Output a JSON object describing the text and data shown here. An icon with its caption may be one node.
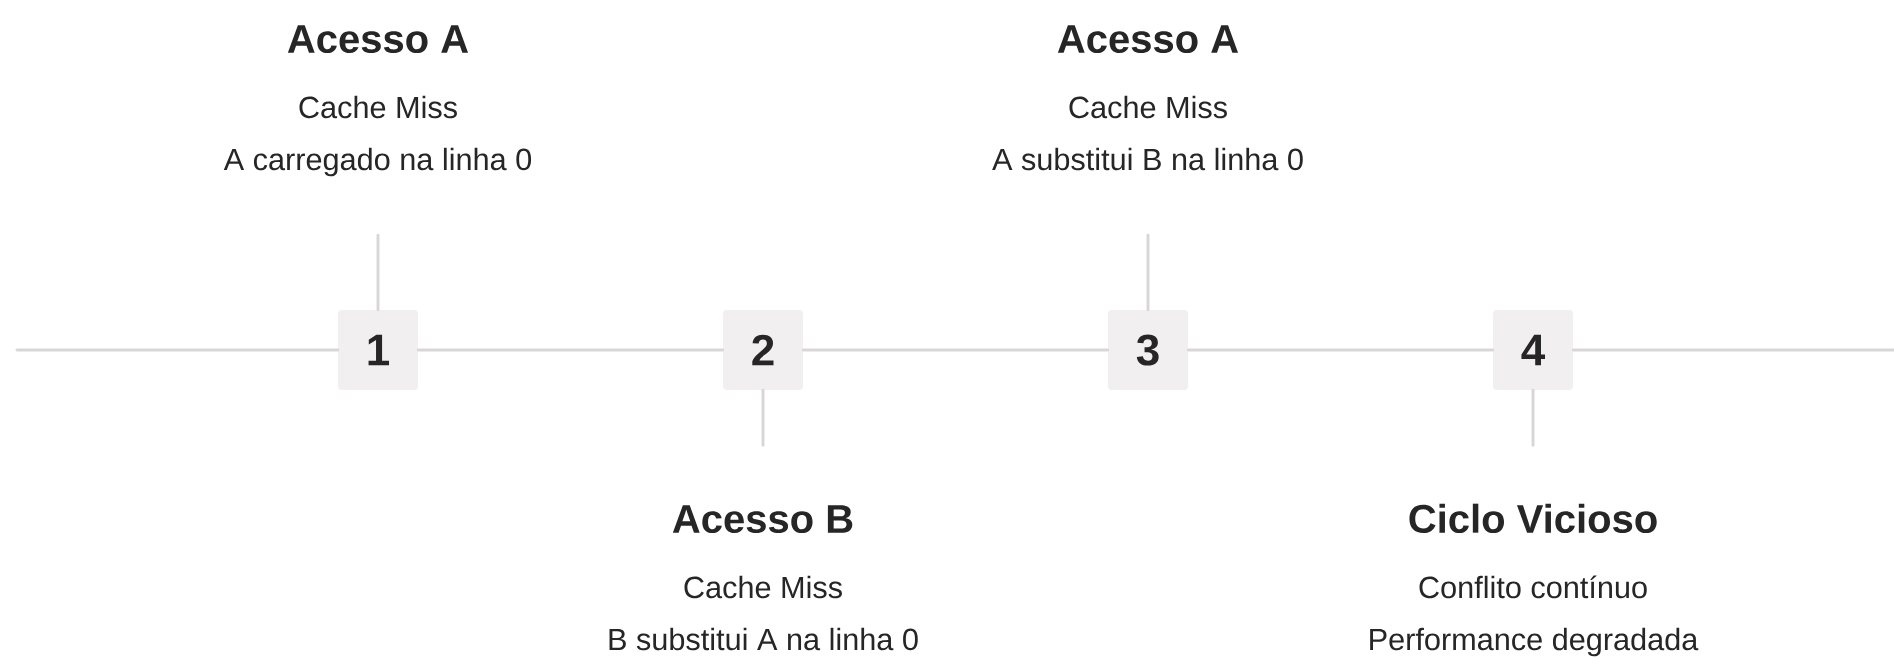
{
  "diagram": {
    "nodes": [
      {
        "text": [
          "1"
        ]
      },
      {
        "text": [
          "2"
        ]
      },
      {
        "text": [
          "3"
        ]
      },
      {
        "text": [
          "4"
        ]
      },
      {
        "text": [
          "Acesso A",
          "Cache Miss",
          "A carregado na linha 0"
        ]
      },
      {
        "text": [
          "Acesso B",
          "Cache Miss",
          "B substitui A na linha 0"
        ]
      },
      {
        "text": [
          "Acesso A",
          "Cache Miss",
          "A substitui B na linha 0"
        ]
      },
      {
        "text": [
          "Ciclo Vicioso",
          "Conflito contínuo",
          "Performance degradada"
        ]
      }
    ],
    "edges": [
      {
        "from": null,
        "to": 0,
        "arrow": "none"
      },
      {
        "from": 0,
        "to": 1,
        "arrow": "none"
      },
      {
        "from": 1,
        "to": 2,
        "arrow": "none"
      },
      {
        "from": 2,
        "to": 3,
        "arrow": "none"
      },
      {
        "from": 3,
        "to": null,
        "arrow": "none"
      },
      {
        "from": 4,
        "to": 0,
        "arrow": "none"
      },
      {
        "from": 5,
        "to": 1,
        "arrow": "none"
      },
      {
        "from": 6,
        "to": 2,
        "arrow": "none"
      },
      {
        "from": 7,
        "to": 3,
        "arrow": "none"
      }
    ]
  }
}
